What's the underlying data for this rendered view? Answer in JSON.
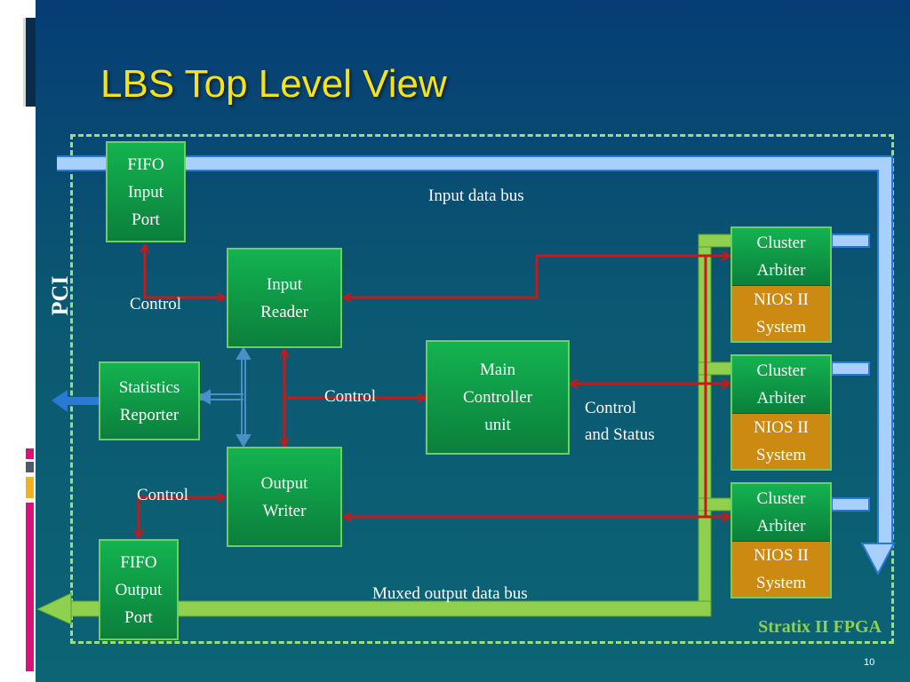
{
  "slide": {
    "title": "LBS Top Level View",
    "page_number": "10",
    "fpga_label": "Stratix II FPGA",
    "side_label": "PCI"
  },
  "blocks": {
    "fifo_input": "FIFO\nInput\nPort",
    "input_reader": "Input\nReader",
    "statistics": "Statistics\nReporter",
    "main_controller": "Main\nController\nunit",
    "output_writer": "Output\nWriter",
    "fifo_output": "FIFO\nOutput\nPort"
  },
  "clusters": [
    {
      "arbiter": "Cluster\nArbiter",
      "system": "NIOS II\nSystem"
    },
    {
      "arbiter": "Cluster\nArbiter",
      "system": "NIOS II\nSystem"
    },
    {
      "arbiter": "Cluster\nArbiter",
      "system": "NIOS II\nSystem"
    }
  ],
  "labels": {
    "input_bus": "Input data bus",
    "output_bus": "Muxed output data bus",
    "control_1": "Control",
    "control_2": "Control",
    "control_3": "Control",
    "control_status": "Control\nand Status"
  },
  "colors": {
    "title": "#f5e21a",
    "input_bus": "#a8d0ff",
    "output_bus": "#8fd14f",
    "control_arrow": "#c81818",
    "block_green": "#0f9a46",
    "nios_orange": "#cc8a12"
  }
}
